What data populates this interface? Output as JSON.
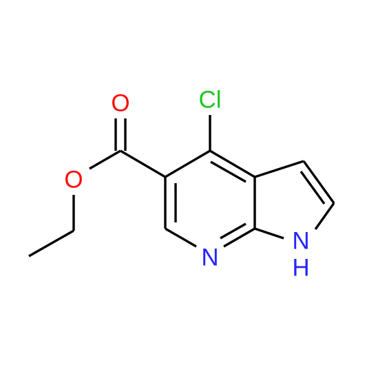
{
  "molecule": {
    "atoms": {
      "cl": {
        "text": "Cl",
        "color": "#22c422"
      },
      "o_carbonyl": {
        "text": "O",
        "color": "#ff0d0d"
      },
      "o_ester": {
        "text": "O",
        "color": "#ff0d0d"
      },
      "n_pyridine": {
        "text": "N",
        "color": "#2424ff"
      },
      "nh": {
        "text": "N",
        "color": "#2424ff"
      },
      "nh_h": {
        "text": "H",
        "color": "#2424ff"
      }
    },
    "bond_color": "#000000"
  }
}
